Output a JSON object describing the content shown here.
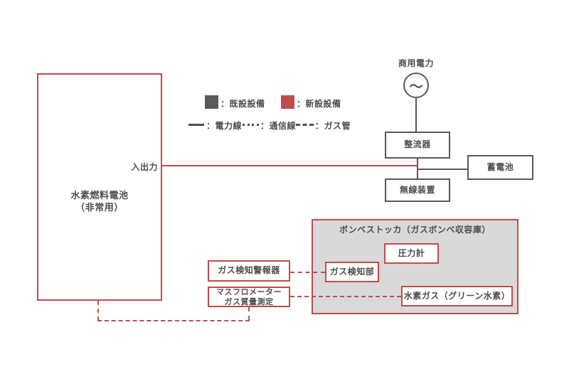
{
  "colors": {
    "accent_red": "#bf4c4c",
    "device_gray": "#595959",
    "stocker_fill": "#d9d9d9",
    "text": "#4d4d4d"
  },
  "fuel_cell": {
    "name_line1": "水素燃料電池",
    "name_line2": "（非常用）",
    "io_label": "入出力"
  },
  "legend": {
    "existing": "：既設設備",
    "new": "：新設設備",
    "power_line": "：電力線",
    "comm_line": "：通信線",
    "gas_pipe": "：ガス管"
  },
  "grid": {
    "commercial_power": "商用電力",
    "ac_symbol": "～",
    "rectifier": "整流器",
    "battery": "蓄電池",
    "wireless": "無線装置"
  },
  "stocker": {
    "title": "ボンベストッカ（ガスボンベ収容庫）",
    "pressure_gauge": "圧力計",
    "gas_detector": "ガス検知部",
    "hydrogen_gas": "水素ガス（グリーン水素）"
  },
  "instruments": {
    "gas_alarm": "ガス検知警報器",
    "mass_flow_line1": "マスフロメーター",
    "mass_flow_line2": "ガス質量測定"
  }
}
